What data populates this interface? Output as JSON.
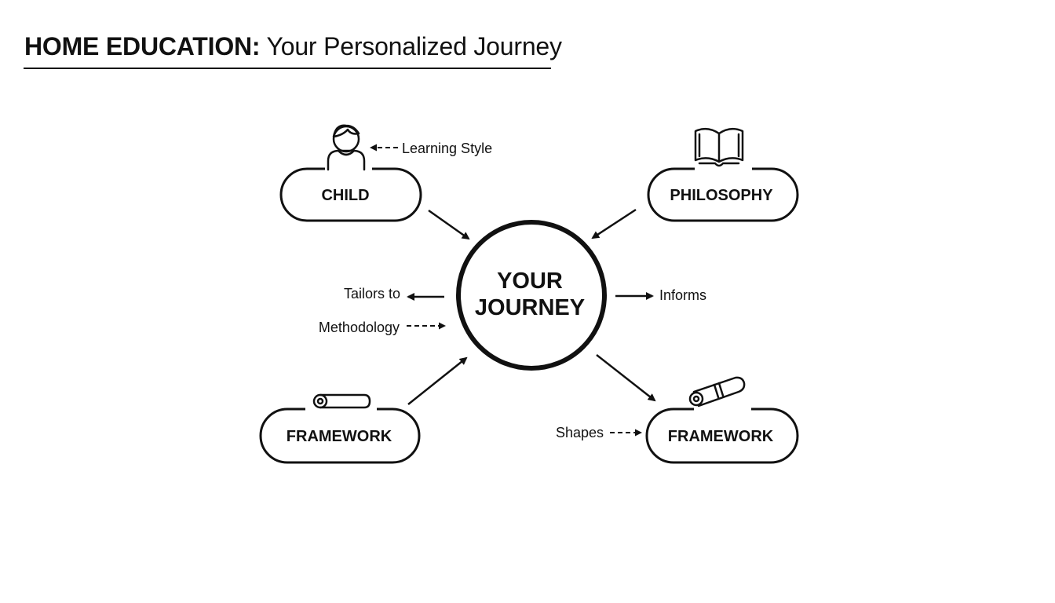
{
  "title": {
    "bold": "HOME EDUCATION:",
    "rest": "Your Personalized Journey"
  },
  "center": {
    "line1": "YOUR",
    "line2": "JOURNEY"
  },
  "nodes": {
    "child": {
      "label": "CHILD",
      "icon": "child-icon"
    },
    "philosophy": {
      "label": "PHILOSOPHY",
      "icon": "open-book-icon"
    },
    "framework_left": {
      "label": "FRAMEWORK",
      "icon": "scroll-icon"
    },
    "framework_right": {
      "label": "FRAMEWORK",
      "icon": "rolled-scroll-icon"
    }
  },
  "edge_labels": {
    "learning_style": "Learning Style",
    "tailors_to": "Tailors to",
    "methodology": "Methodology",
    "informs": "Informs",
    "shapes": "Shapes"
  },
  "colors": {
    "ink": "#111111",
    "background": "#ffffff"
  }
}
